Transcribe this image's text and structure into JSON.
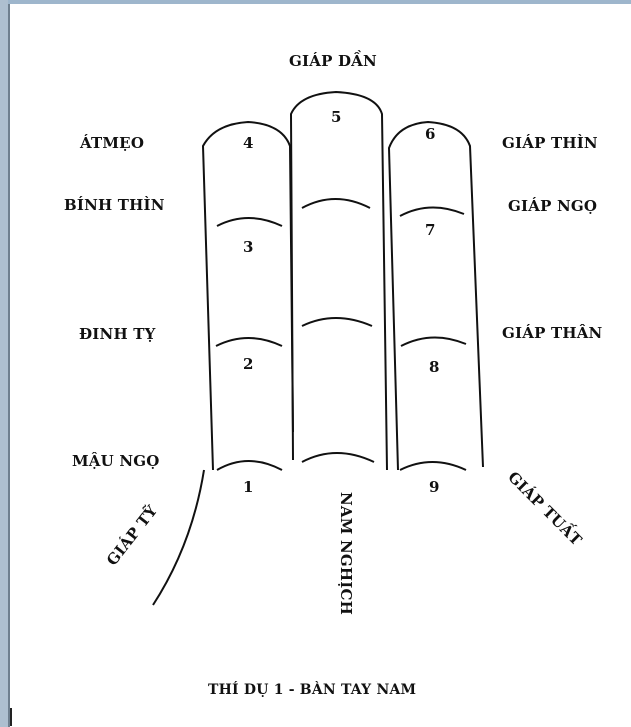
{
  "labels": {
    "top": "GIÁP DẦN",
    "left_1": "ÁTMẸO",
    "left_2": "BÍNH THÌN",
    "left_3": "ĐINH TỴ",
    "left_4": "MẬU NGỌ",
    "left_5": "GIÁP TỸ",
    "right_1": "GIÁP THÌN",
    "right_2": "GIÁP NGỌ",
    "right_3": "GIÁP THÂN",
    "right_4": "GIÁP TUẤT",
    "center_vertical": "NAM NGHỊCH",
    "caption": "THÍ DỤ 1 - BÀN TAY NAM"
  },
  "numbers": [
    "1",
    "2",
    "3",
    "4",
    "5",
    "6",
    "7",
    "8",
    "9"
  ]
}
